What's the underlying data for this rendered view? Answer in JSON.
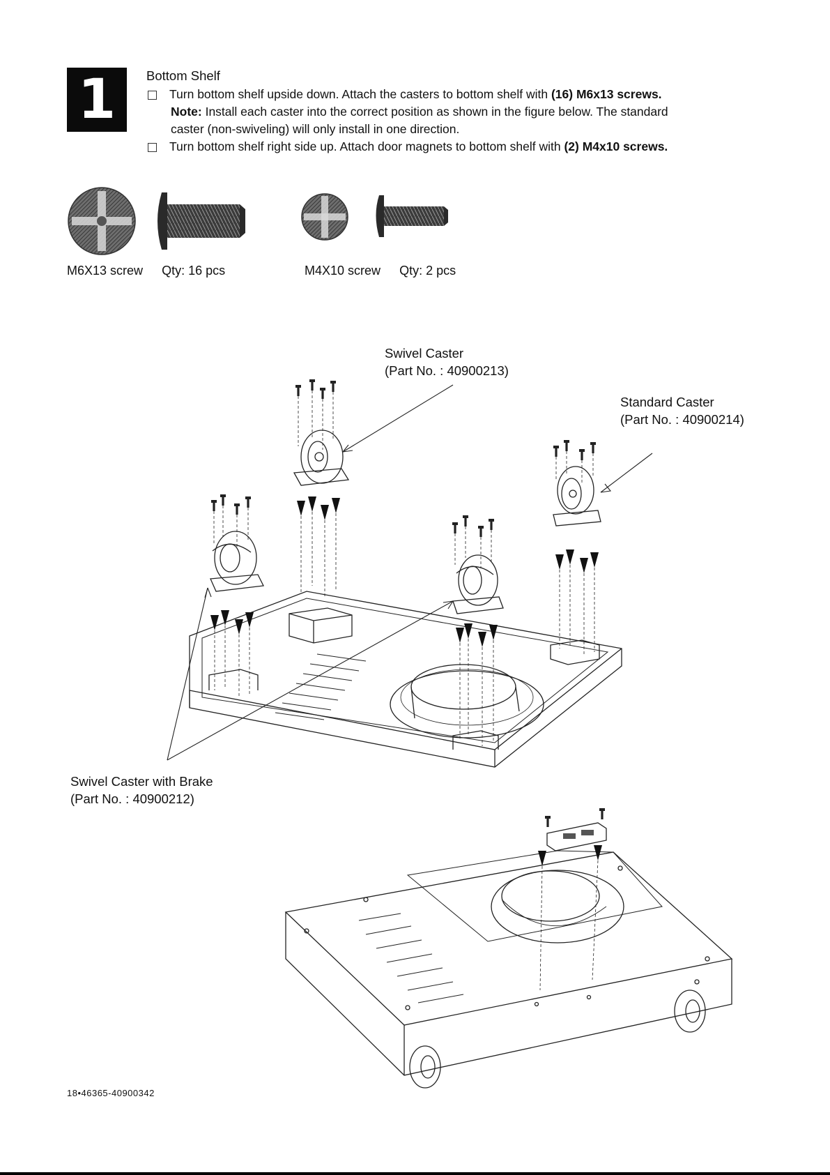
{
  "step": {
    "number": "1"
  },
  "instructions": {
    "heading": "Bottom Shelf",
    "bullet1_text": "Turn bottom shelf upside down. Attach the casters to bottom shelf with ",
    "bullet1_bold": "(16) M6x13 screws.",
    "note_label": "Note:",
    "note_line1": " Install each caster into the correct position as shown in the figure below. The standard",
    "note_line2": "caster (non-swiveling) will only install in one direction.",
    "bullet2_text": "Turn bottom shelf right side up. Attach door magnets to bottom shelf with ",
    "bullet2_bold": "(2) M4x10 screws."
  },
  "hardware": [
    {
      "name": "M6X13 screw",
      "qty": "Qty: 16 pcs"
    },
    {
      "name": "M4X10 screw",
      "qty": "Qty: 2 pcs"
    }
  ],
  "callouts": {
    "swivel": {
      "line1": "Swivel Caster",
      "line2": "(Part No. : 40900213)"
    },
    "standard": {
      "line1": "Standard Caster",
      "line2": "(Part No. : 40900214)"
    },
    "brake": {
      "line1": "Swivel Caster with Brake",
      "line2": "(Part No. : 40900212)"
    }
  },
  "footer": {
    "code": "18•46365-40900342"
  }
}
